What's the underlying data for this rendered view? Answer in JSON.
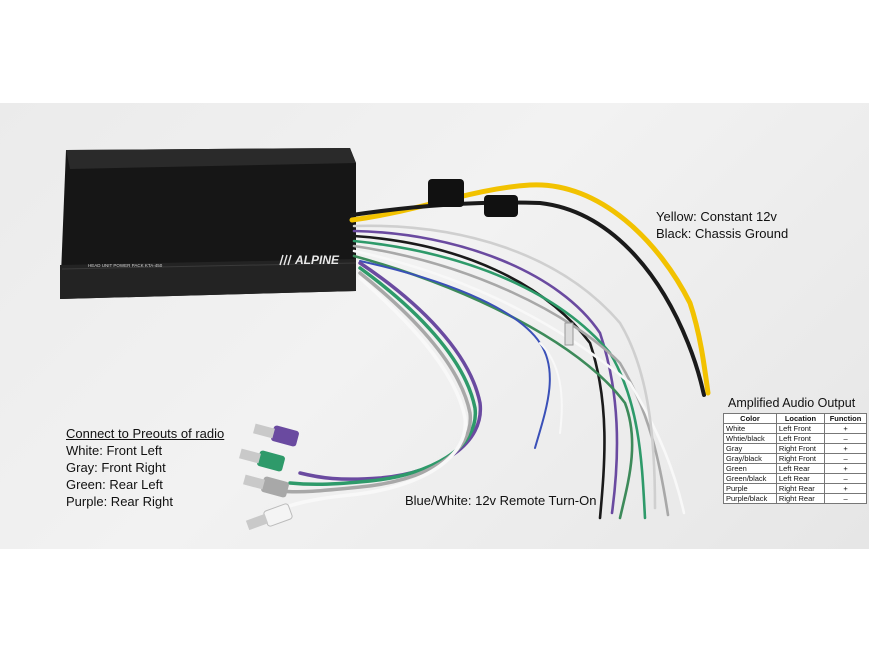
{
  "device": {
    "brand": "ALPINE",
    "model_text": "HEAD UNIT POWER PACK KTA-450"
  },
  "annotations": {
    "power": {
      "line1": "Yellow:  Constant 12v",
      "line2": "Black:  Chassis Ground"
    },
    "preouts": {
      "heading": "Connect to Preouts of radio",
      "lines": [
        "White:  Front Left",
        "Gray:  Front Right",
        "Green:  Rear Left",
        "Purple:  Rear Right"
      ]
    },
    "remote": {
      "text": "Blue/White:  12v Remote Turn-On"
    }
  },
  "amp_output": {
    "title": "Amplified Audio Output",
    "columns": [
      "Color",
      "Location",
      "Function"
    ],
    "rows": [
      {
        "color": "White",
        "location": "Left Front",
        "function": "+"
      },
      {
        "color": "Whtie/black",
        "location": "Left Front",
        "function": "–"
      },
      {
        "color": "Gray",
        "location": "Right Front",
        "function": "+"
      },
      {
        "color": "Gray/black",
        "location": "Right Front",
        "function": "–"
      },
      {
        "color": "Green",
        "location": "Left Rear",
        "function": "+"
      },
      {
        "color": "Green/black",
        "location": "Left Rear",
        "function": "–"
      },
      {
        "color": "Purple",
        "location": "Right Rear",
        "function": "+"
      },
      {
        "color": "Purple/black",
        "location": "Right Rear",
        "function": "–"
      }
    ]
  },
  "colors": {
    "yellow_wire": "#f2c200",
    "black_wire": "#1a1a1a",
    "purple_wire": "#6a4aa0",
    "green_wire": "#2e9a6a",
    "gray_wire": "#a8a8a8",
    "white_wire": "#f8f8f8",
    "blue_wire": "#3a50b8",
    "amp_body": "#1c1c1c"
  }
}
